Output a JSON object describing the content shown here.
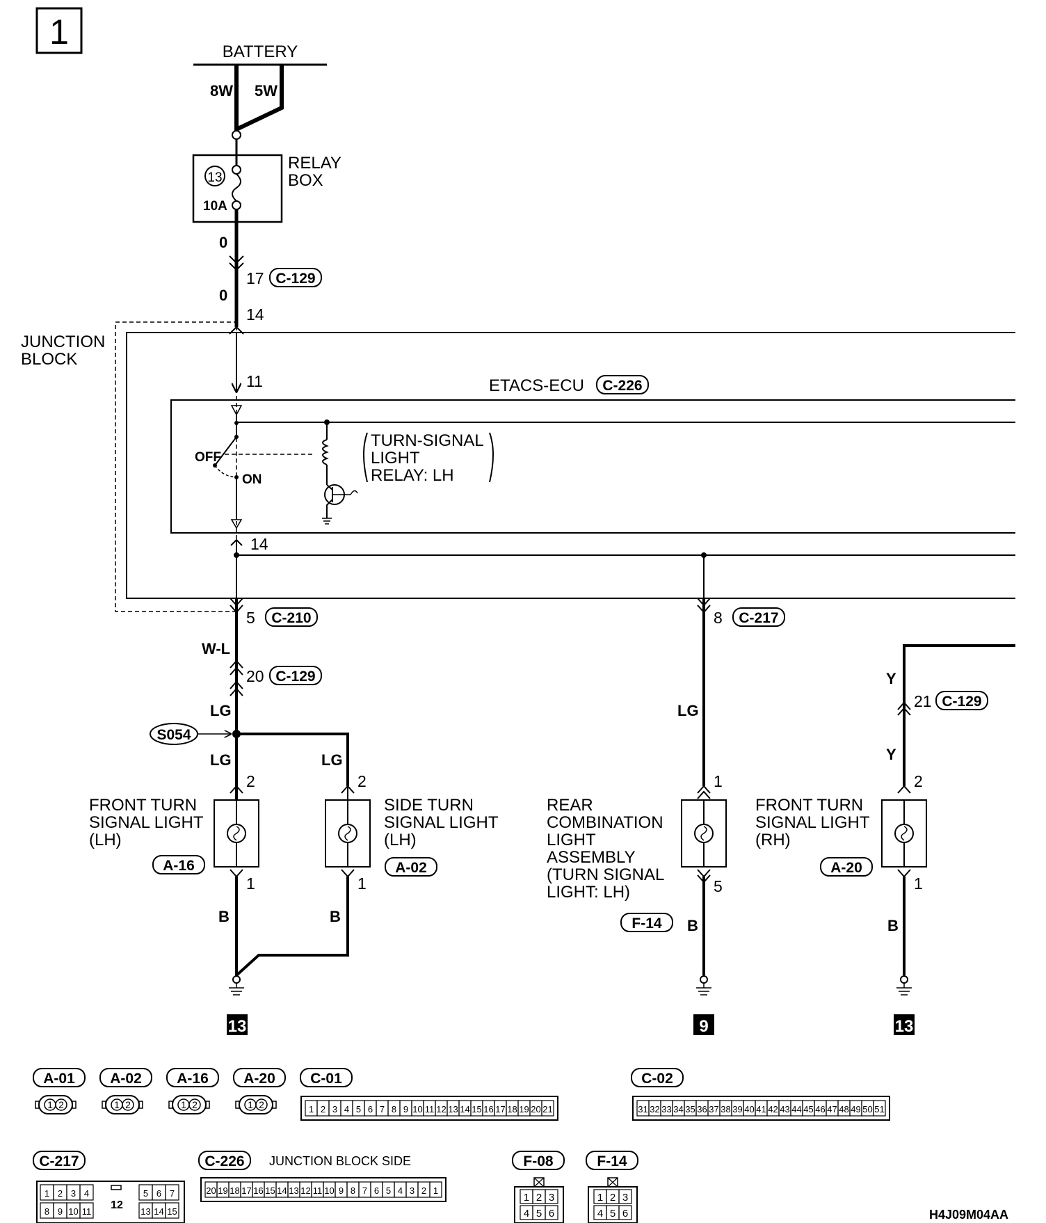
{
  "page_number": "1",
  "battery": {
    "label": "BATTERY",
    "wire_a": "8W",
    "wire_b": "5W"
  },
  "relay_box": {
    "label_1": "RELAY",
    "label_2": "BOX",
    "fuse_no": "13",
    "fuse_rating": "10A"
  },
  "feed": {
    "wire_top": "0",
    "pin_top": "17",
    "conn_top": "C-129",
    "wire_mid": "0",
    "pin_jb_in": "14"
  },
  "junction_block": {
    "label_1": "JUNCTION",
    "label_2": "BLOCK",
    "pin_ecu_in": "11",
    "pin_ecu_out": "14"
  },
  "etacs": {
    "label": "ETACS-ECU",
    "connector": "C-226"
  },
  "relay": {
    "line_1": "TURN-SIGNAL",
    "line_2": "LIGHT",
    "line_3": "RELAY: LH",
    "off_label": "OFF",
    "on_label": "ON"
  },
  "left_branch": {
    "pin_out": "5",
    "conn_out": "C-210",
    "wire_1": "W-L",
    "pin_mid": "20",
    "conn_mid": "C-129",
    "wire_2": "LG",
    "splice": "S054",
    "wire_3": "LG",
    "wire_4": "LG"
  },
  "rear_branch": {
    "pin_out": "8",
    "conn_out": "C-217",
    "wire": "LG",
    "pin_top": "1",
    "pin_bottom": "5",
    "wire_bottom": "B"
  },
  "rh_branch": {
    "wire_1": "Y",
    "pin_mid": "21",
    "conn_mid": "C-129",
    "wire_2": "Y",
    "pin_top": "2",
    "pin_bottom": "1",
    "wire_bottom": "B"
  },
  "components": {
    "front_lh": {
      "line_1": "FRONT TURN",
      "line_2": "SIGNAL LIGHT",
      "line_3": "(LH)",
      "connector": "A-16",
      "pin_top": "2",
      "pin_bottom": "1",
      "wire_bottom": "B"
    },
    "side_lh": {
      "line_1": "SIDE TURN",
      "line_2": "SIGNAL LIGHT",
      "line_3": "(LH)",
      "connector": "A-02",
      "pin_top": "2",
      "pin_bottom": "1",
      "wire_bottom": "B"
    },
    "rear_lh": {
      "line_1": "REAR",
      "line_2": "COMBINATION",
      "line_3": "LIGHT",
      "line_4": "ASSEMBLY",
      "line_5": "(TURN SIGNAL",
      "line_6": "LIGHT: LH)",
      "connector": "F-14"
    },
    "front_rh": {
      "line_1": "FRONT TURN",
      "line_2": "SIGNAL LIGHT",
      "line_3": "(RH)",
      "connector": "A-20"
    }
  },
  "grounds": {
    "g1": "13",
    "g2": "9",
    "g3": "13"
  },
  "connector_views": {
    "row1": [
      "A-01",
      "A-02",
      "A-16",
      "A-20",
      "C-01",
      "C-02"
    ],
    "row2": [
      "C-217",
      "C-226",
      "F-08",
      "F-14"
    ],
    "two_pin": [
      "1",
      "2"
    ],
    "c01_pins": [
      "1",
      "2",
      "3",
      "4",
      "5",
      "6",
      "7",
      "8",
      "9",
      "10",
      "11",
      "12",
      "13",
      "14",
      "15",
      "16",
      "17",
      "18",
      "19",
      "20",
      "21"
    ],
    "c02_pins": [
      "31",
      "32",
      "33",
      "34",
      "35",
      "36",
      "37",
      "38",
      "39",
      "40",
      "41",
      "42",
      "43",
      "44",
      "45",
      "46",
      "47",
      "48",
      "49",
      "50",
      "51"
    ],
    "c217_top": [
      "1",
      "2",
      "3",
      "4",
      "5",
      "6",
      "7"
    ],
    "c217_bottom": [
      "8",
      "9",
      "10",
      "11",
      "13",
      "14",
      "15"
    ],
    "c217_center": "12",
    "c226_pins": [
      "20",
      "19",
      "18",
      "17",
      "16",
      "15",
      "14",
      "13",
      "12",
      "11",
      "10",
      "9",
      "8",
      "7",
      "6",
      "5",
      "4",
      "3",
      "2",
      "1"
    ],
    "c226_note": "JUNCTION BLOCK SIDE",
    "f_top": [
      "1",
      "2",
      "3"
    ],
    "f_bottom": [
      "4",
      "5",
      "6"
    ]
  },
  "figure_code": "H4J09M04AA"
}
